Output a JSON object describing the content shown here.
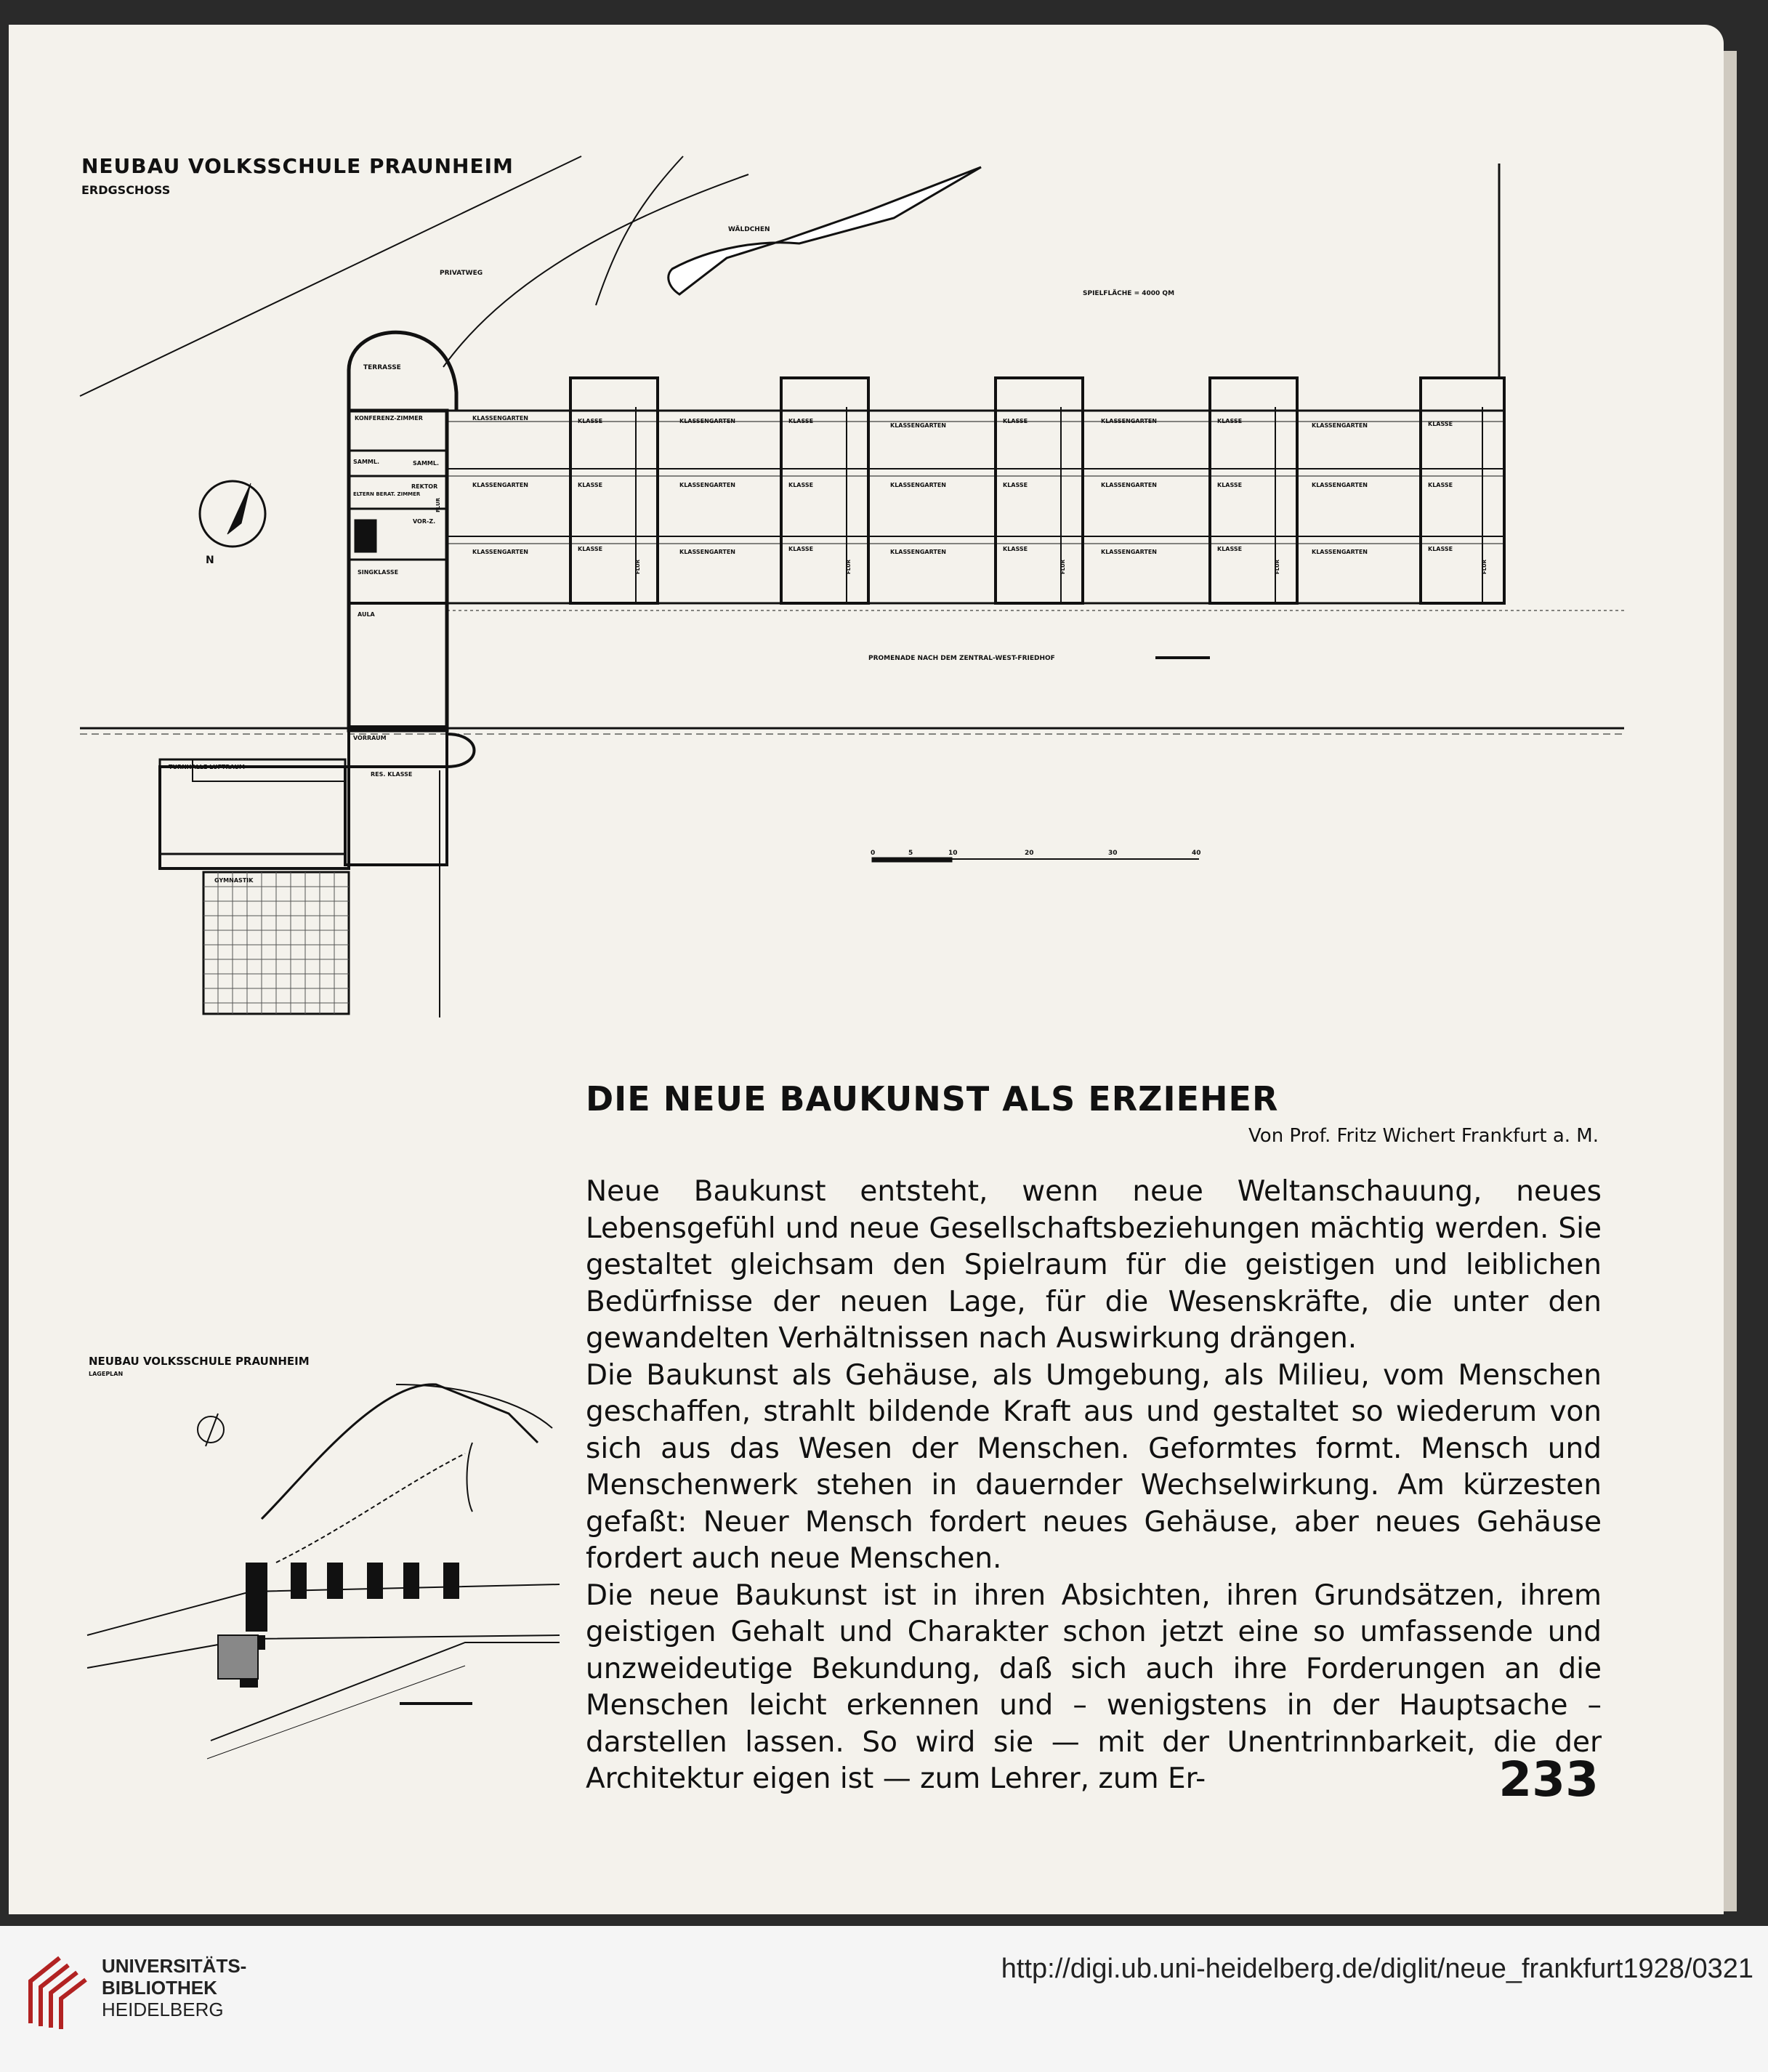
{
  "floor_plan": {
    "title": "NEUBAU VOLKSSCHULE PRAUNHEIM",
    "subtitle": "ERDGSCHOSS",
    "labels": {
      "waldchen": "WÄLDCHEN",
      "privatweg": "PRIVATWEG",
      "spielflache": "SPIELFLÄCHE = 4000 QM",
      "terrasse": "TERRASSE",
      "konferenz": "KONFERENZ-ZIMMER",
      "samml1": "SAMML.",
      "samml2": "SAMML.",
      "eltern": "ELTERN BERAT. ZIMMER",
      "rektor": "REKTOR",
      "vorz": "VOR-Z.",
      "singklasse": "SINGKLASSE",
      "aula": "AULA",
      "vorraum": "VORRAUM",
      "res_klasse": "RES. KLASSE",
      "turnhalle": "TURNHALLE LUFTRAUM",
      "gymnastik": "GYMNASTIK",
      "klassengarten": "KLASSENGARTEN",
      "klasse": "KLASSE",
      "flur": "FLUR",
      "promenade": "PROMENADE NACH DEM ZENTRAL-WEST-FRIEDHOF",
      "north": "N"
    },
    "scale_ticks": [
      "0",
      "5",
      "10",
      "20",
      "30",
      "40"
    ]
  },
  "site_plan": {
    "title": "NEUBAU VOLKSSCHULE PRAUNHEIM",
    "subtitle": "LAGEPLAN"
  },
  "article": {
    "title": "DIE NEUE BAUKUNST ALS ERZIEHER",
    "byline": "Von Prof. Fritz Wichert Frankfurt a. M.",
    "paragraphs": [
      "Neue Baukunst entsteht, wenn neue Weltanschauung, neues Lebensgefühl und neue Gesellschaftsbeziehungen mächtig werden. Sie gestaltet gleichsam den Spielraum für die geistigen und leiblichen Bedürfnisse der neuen Lage, für die Wesenskräfte, die unter den gewandelten Verhältnissen nach Auswirkung drängen.",
      "Die Baukunst als Gehäuse, als Umgebung, als Milieu, vom Menschen geschaffen, strahlt bildende Kraft aus und gestaltet so wiederum von sich aus das Wesen der Menschen. Geformtes formt. Mensch und Menschenwerk stehen in dauernder Wechselwirkung. Am kürzesten gefaßt: Neuer Mensch fordert neues Gehäuse, aber neues Gehäuse fordert auch neue Menschen.",
      "Die neue Baukunst ist in ihren Absichten, ihren Grundsätzen, ihrem geistigen Gehalt und Charakter schon jetzt eine so umfassende und unzweideutige Bekundung, daß sich auch ihre Forderungen an die Menschen leicht erkennen und – wenigstens in der Hauptsache – darstellen lassen. So wird sie — mit der Unentrinnbarkeit, die der Architektur eigen ist — zum Lehrer, zum Er-"
    ],
    "page_number": "233"
  },
  "footer": {
    "library_line1": "UNIVERSITÄTS-",
    "library_line2": "BIBLIOTHEK",
    "library_line3": "HEIDELBERG",
    "url": "http://digi.ub.uni-heidelberg.de/diglit/neue_frankfurt1928/0321"
  }
}
